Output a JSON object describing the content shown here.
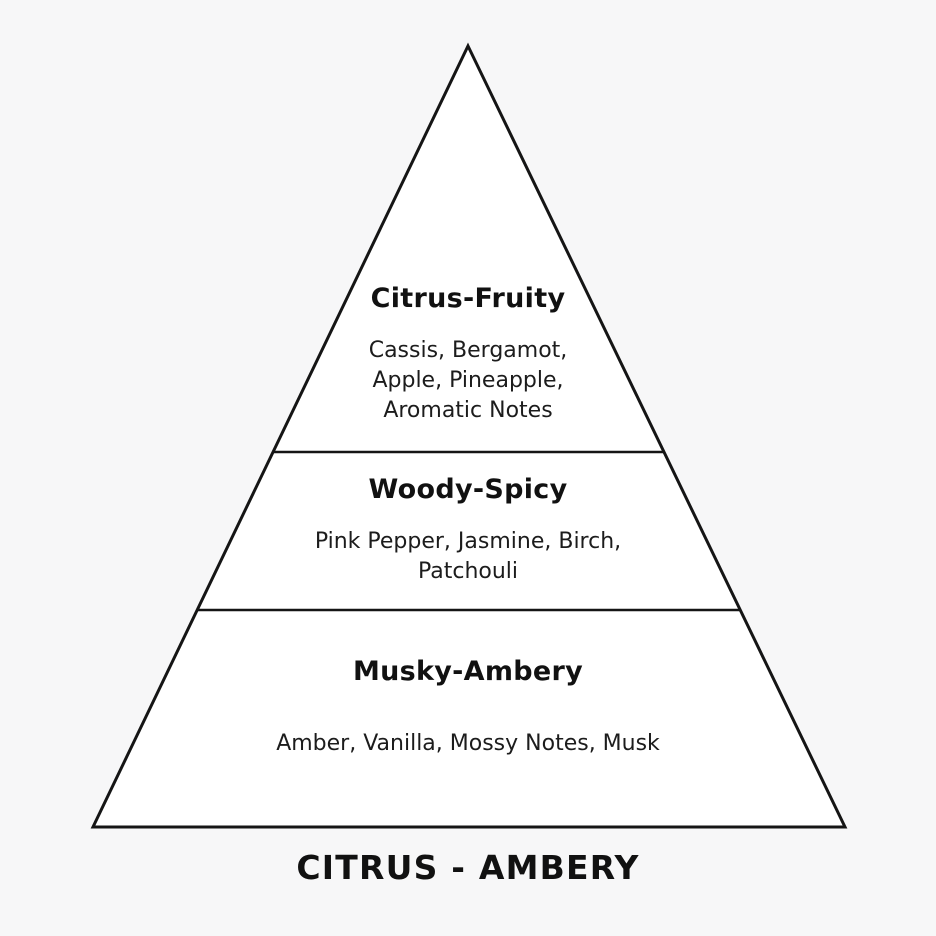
{
  "colors": {
    "background": "#f7f7f8",
    "fill": "#ffffff",
    "stroke": "#151515"
  },
  "pyramid": {
    "levels": [
      {
        "title": "Citrus-Fruity",
        "notes": "Cassis, Bergamot,\nApple, Pineapple,\nAromatic Notes"
      },
      {
        "title": "Woody-Spicy",
        "notes": "Pink Pepper, Jasmine, Birch,\nPatchouli"
      },
      {
        "title": "Musky-Ambery",
        "notes": "Amber, Vanilla, Mossy Notes, Musk"
      }
    ]
  },
  "footer": {
    "title": "CITRUS - AMBERY"
  }
}
